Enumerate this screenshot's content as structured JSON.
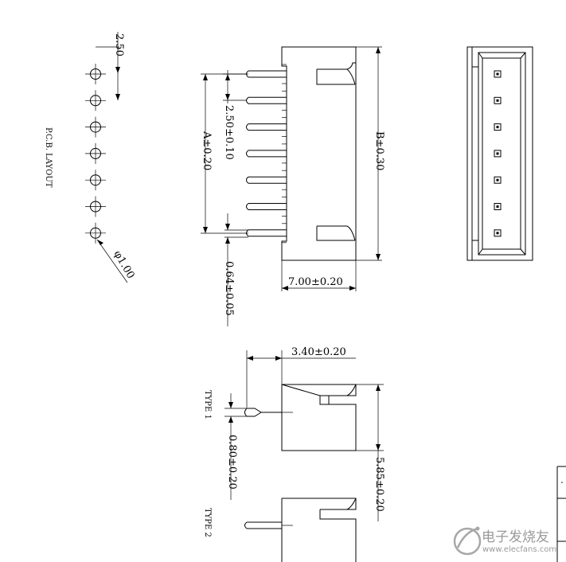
{
  "pcb_layout": {
    "title": "P.C.B. LAYOUT",
    "pitch_label": "2.50",
    "hole_label": "φ1.00",
    "hole_count": 7
  },
  "side_view": {
    "pin_pitch_label": "2.50±0.10",
    "span_label": "A±0.20",
    "pin_width_label": "0.64±0.05",
    "height_label": "B±0.30",
    "depth_label": "7.00±0.20",
    "pin_count": 7
  },
  "front_view": {
    "slot_count": 7
  },
  "profile_views": {
    "pin_length_label": "3.40±0.20",
    "pin_offset_label": "0.80±0.20",
    "body_height_label": "5.85±0.20",
    "type1_label": "TYPE  1",
    "type2_label": "TYPE  2"
  },
  "watermark": {
    "cn": "电子发烧友",
    "en": "www.elecfans.com"
  }
}
